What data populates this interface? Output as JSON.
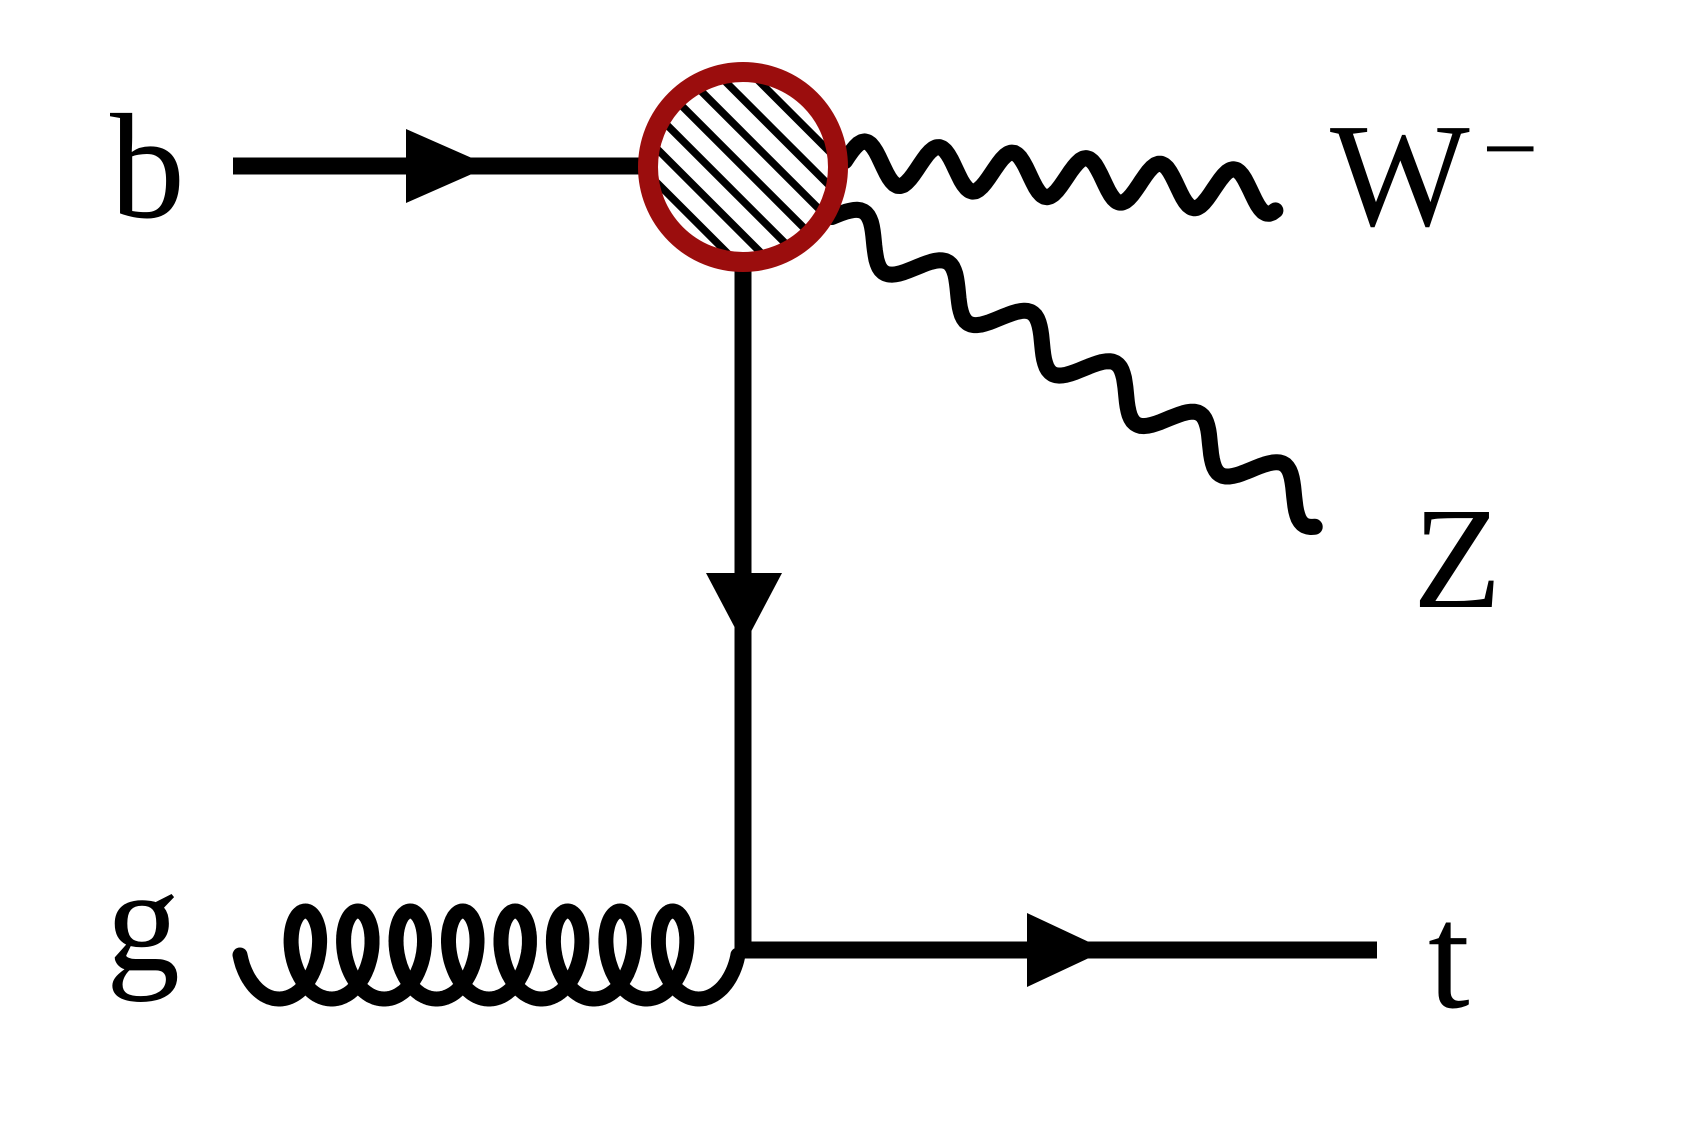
{
  "diagram": {
    "kind": "feynman-diagram"
  },
  "labels": {
    "b_quark": "b",
    "gluon": "g",
    "top_quark": "t",
    "z_boson": "Z",
    "w_boson": "W",
    "w_charge": "−"
  },
  "colors": {
    "line": "#000000",
    "text": "#000000",
    "vertex_ring": "#9b0d0d",
    "background": "#ffffff"
  }
}
